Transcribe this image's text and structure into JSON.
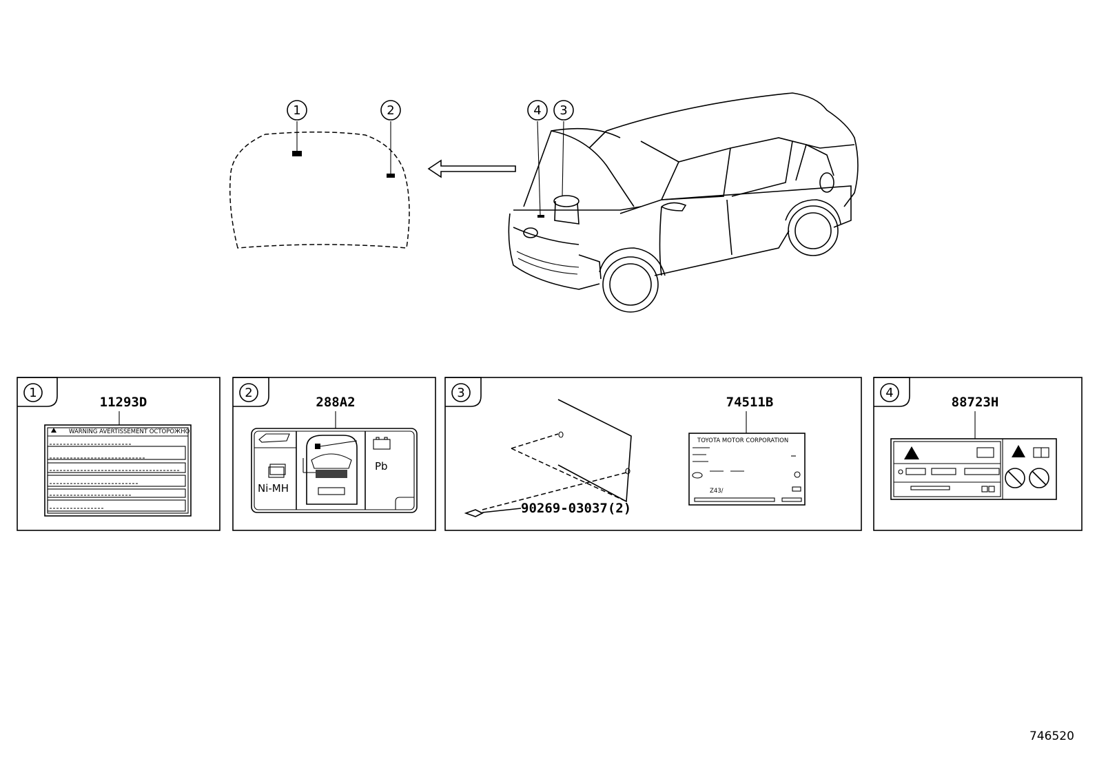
{
  "callouts": {
    "c1": "1",
    "c2": "2",
    "c3": "3",
    "c4": "4"
  },
  "panels": [
    {
      "callout": "1",
      "part_number": "11293D"
    },
    {
      "callout": "2",
      "part_number": "288A2"
    },
    {
      "callout": "3",
      "part_number": "74511B"
    },
    {
      "callout": "4",
      "part_number": "88723H"
    }
  ],
  "panel1": {
    "label_header": "WARNING  AVERTISSEMENT  ОСТОРОЖНО"
  },
  "panel2": {
    "nimh": "Ni-MH",
    "pb": "Pb"
  },
  "panel3": {
    "fastener": "90269-03037(2)",
    "plate_title": "TOYOTA MOTOR CORPORATION",
    "plate_code": "Z43/"
  },
  "diagram_id": "746520"
}
